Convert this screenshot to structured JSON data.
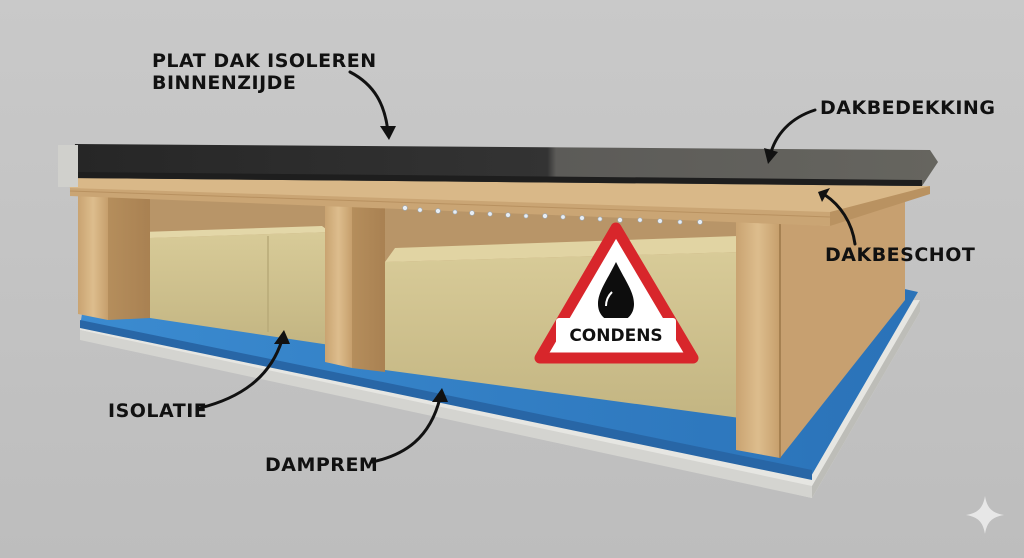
{
  "title": {
    "line1": "PLAT DAK ISOLEREN",
    "line2": "BINNENZIJDE"
  },
  "labels": {
    "roof_covering": "DAKBEDEKKING",
    "roof_deck": "DAKBESCHOT",
    "insulation": "ISOLATIE",
    "vapor_barrier": "DAMPREM"
  },
  "warning": {
    "text": "CONDENS",
    "icon": "droplet-icon"
  },
  "colors": {
    "background": "#c3c3c3",
    "roofing_dark": "#2c2c2c",
    "roofing_gravel": "#5a5a58",
    "plywood": "#d9b888",
    "timber": "#d4b07e",
    "insulation": "#cdbf8c",
    "vapor_barrier": "#2f7fc4",
    "warning_red": "#d8262b"
  }
}
